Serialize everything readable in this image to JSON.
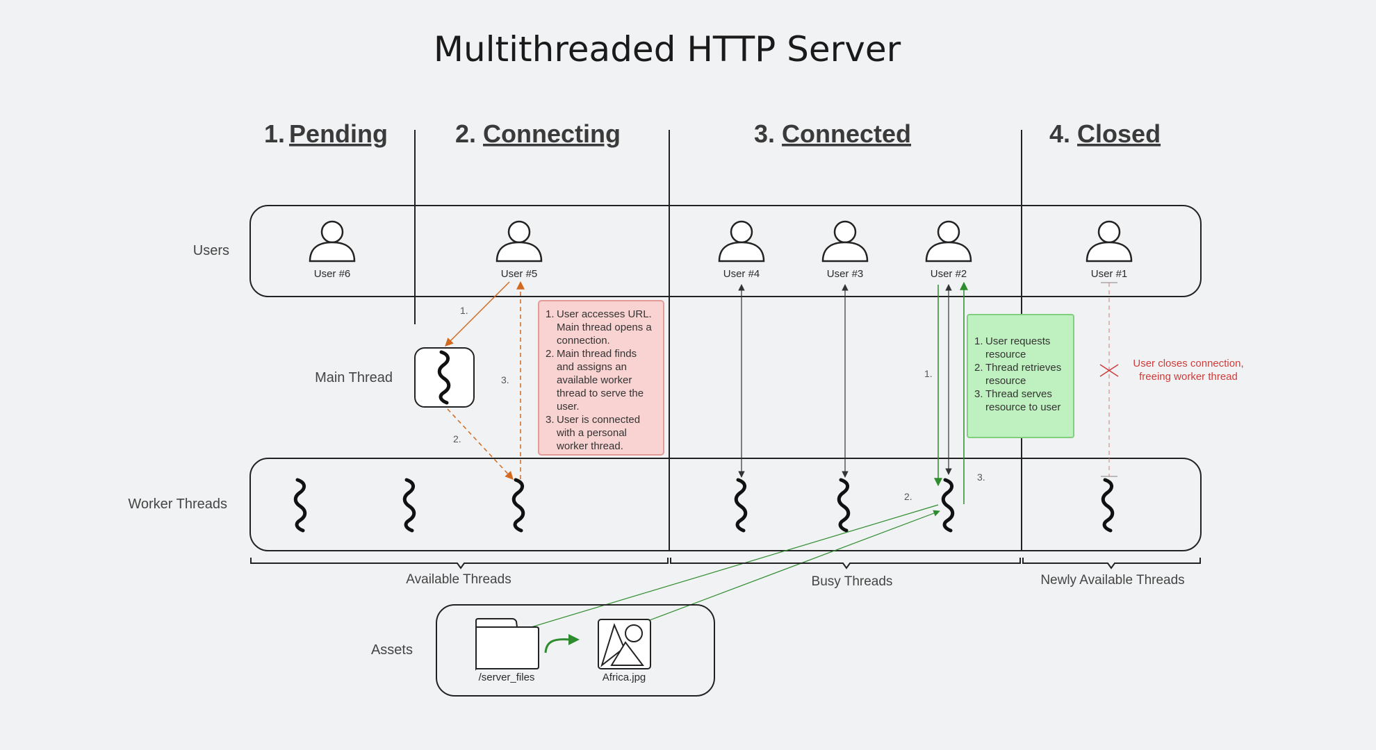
{
  "title": "Multithreaded HTTP Server",
  "phases": [
    {
      "num": "1.",
      "name": "Pending"
    },
    {
      "num": "2.",
      "name": "Connecting"
    },
    {
      "num": "3.",
      "name": "Connected"
    },
    {
      "num": "4.",
      "name": "Closed"
    }
  ],
  "rows": {
    "users": "Users",
    "main_thread": "Main Thread",
    "worker_threads": "Worker Threads",
    "assets": "Assets"
  },
  "users": [
    "User #6",
    "User #5",
    "User #4",
    "User #3",
    "User #2",
    "User #1"
  ],
  "connecting_steps": {
    "s1": "1.",
    "s2": "2.",
    "s3": "3."
  },
  "connected_steps": {
    "s1": "1.",
    "s2": "2.",
    "s3": "3."
  },
  "connecting_note": {
    "items": [
      {
        "num": "1.",
        "lines": [
          "User accesses URL.",
          "Main thread opens a",
          "connection."
        ]
      },
      {
        "num": "2.",
        "lines": [
          "Main thread finds",
          "and assigns an",
          "available worker",
          "thread to serve the",
          "user."
        ]
      },
      {
        "num": "3.",
        "lines": [
          "User is connected",
          "with a personal",
          "worker thread."
        ]
      }
    ],
    "fill": "#f9d2d2",
    "stroke": "#e59a9a"
  },
  "connected_note": {
    "items": [
      {
        "num": "1.",
        "lines": [
          "User requests",
          "resource"
        ]
      },
      {
        "num": "2.",
        "lines": [
          "Thread retrieves",
          "resource"
        ]
      },
      {
        "num": "3.",
        "lines": [
          "Thread serves",
          "resource to user"
        ]
      }
    ],
    "fill": "#bff0bf",
    "stroke": "#7fcf7f"
  },
  "closed_note": [
    "User closes connection,",
    "freeing worker thread"
  ],
  "groups": [
    "Available Threads",
    "Busy Threads",
    "Newly Available Threads"
  ],
  "assets": {
    "folder": "/server_files",
    "file": "Africa.jpg"
  },
  "colors": {
    "connecting_arrow": "#d2691e",
    "connected_arrow": "#2e8b2e",
    "closed_accent": "#d03a3a",
    "stroke": "#222222"
  },
  "icons": [
    "user-icon",
    "thread-icon",
    "folder-icon",
    "image-icon"
  ]
}
